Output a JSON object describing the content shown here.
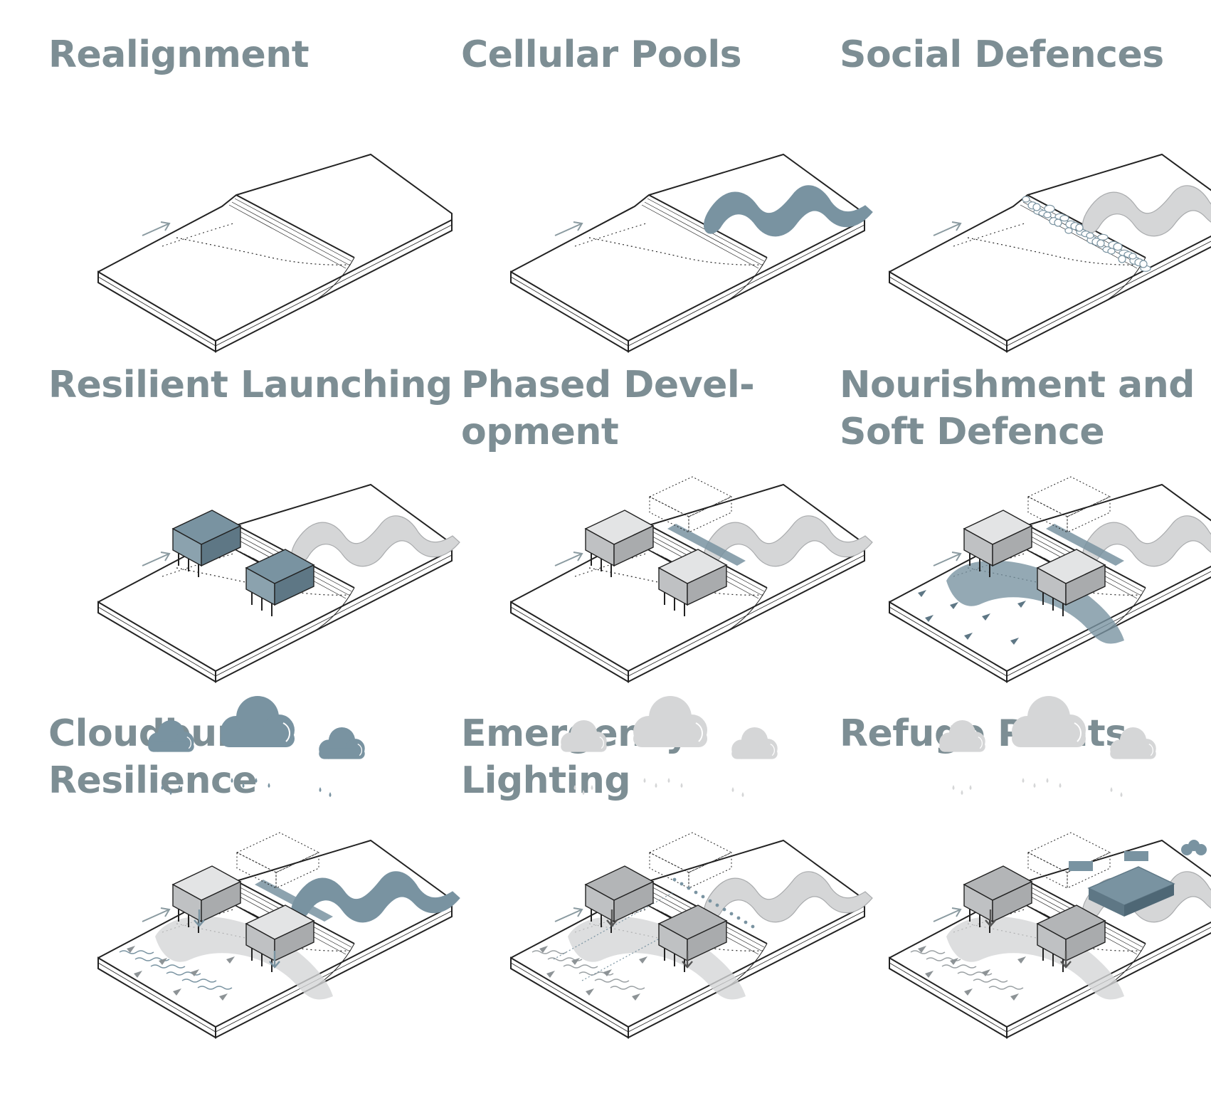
{
  "colors": {
    "title": "#7d8e94",
    "accent": "#7993a1",
    "grey": "#d5d6d7",
    "ink": "#222222",
    "arrow": "#8a9aa0"
  },
  "panels": [
    {
      "id": "realignment",
      "title_lines": [
        "Realignment"
      ]
    },
    {
      "id": "cellular-pools",
      "title_lines": [
        "Cellular Pools"
      ]
    },
    {
      "id": "social-defences",
      "title_lines": [
        "Social Defences"
      ]
    },
    {
      "id": "resilient-launching",
      "title_lines": [
        "Resilient Launching"
      ]
    },
    {
      "id": "phased-development",
      "title_lines": [
        "Phased Devel-",
        "opment"
      ]
    },
    {
      "id": "nourishment-soft-defence",
      "title_lines": [
        "Nourishment and",
        "Soft Defence"
      ]
    },
    {
      "id": "cloudburst-resilience",
      "title_lines": [
        "Cloudburst",
        "Resilience"
      ]
    },
    {
      "id": "emergency-lighting",
      "title_lines": [
        "Emergency",
        "Lighting"
      ]
    },
    {
      "id": "refuge-points",
      "title_lines": [
        "Refuge Points"
      ]
    }
  ]
}
